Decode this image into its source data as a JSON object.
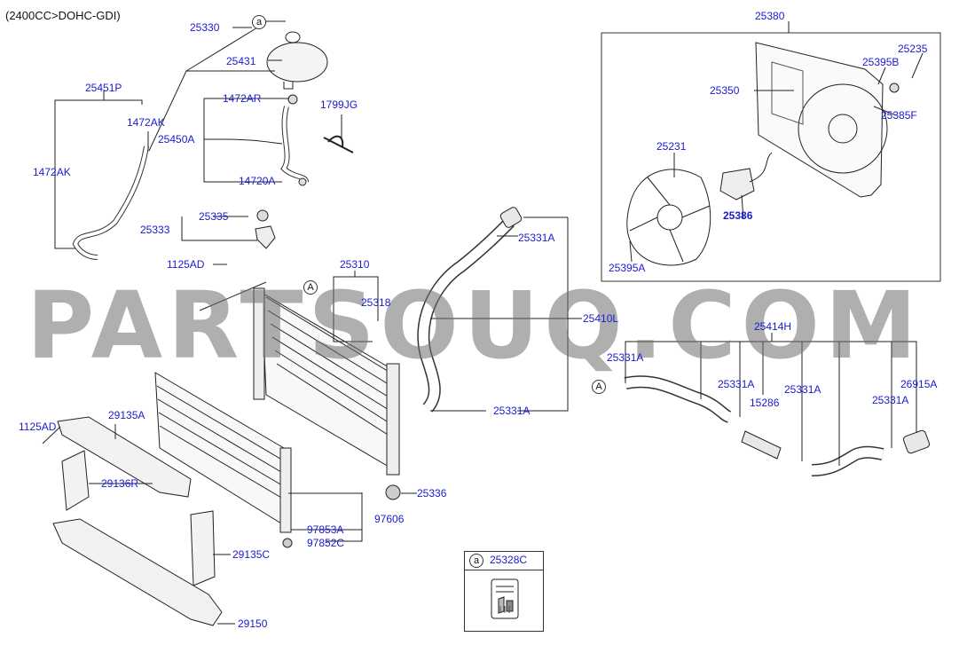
{
  "diagram": {
    "heading": "(2400CC>DOHC-GDI)",
    "watermark": "PARTSOUQ.COM",
    "callout_symbol": "a",
    "ref_symbol": "A",
    "labels": {
      "p25330": "25330",
      "p25431": "25431",
      "p25451P": "25451P",
      "p1472AK_a": "1472AK",
      "p1472AR": "1472AR",
      "p1799JG": "1799JG",
      "p25450A": "25450A",
      "p1472AK_b": "1472AK",
      "p14720A": "14720A",
      "p25335": "25335",
      "p25333": "25333",
      "p1125AD_a": "1125AD",
      "p25310": "25310",
      "p25318": "25318",
      "p25331A_a": "25331A",
      "p25410L": "25410L",
      "p25331A_b": "25331A",
      "p1125AD_b": "1125AD",
      "p29135A": "29135A",
      "p29136R": "29136R",
      "p25336": "25336",
      "p97606": "97606",
      "p97853A": "97853A",
      "p97852C": "97852C",
      "p29135C": "29135C",
      "p29150": "29150",
      "p25328C": "25328C",
      "p25380": "25380",
      "p25235": "25235",
      "p25395B": "25395B",
      "p25350": "25350",
      "p25385F": "25385F",
      "p25231": "25231",
      "p25386": "25386",
      "p25395A": "25395A",
      "p25414H": "25414H",
      "p25331A_c": "25331A",
      "p25331A_d": "25331A",
      "p15286": "15286",
      "p25331A_e": "25331A",
      "p25331A_f": "25331A",
      "p26915A": "26915A"
    }
  }
}
